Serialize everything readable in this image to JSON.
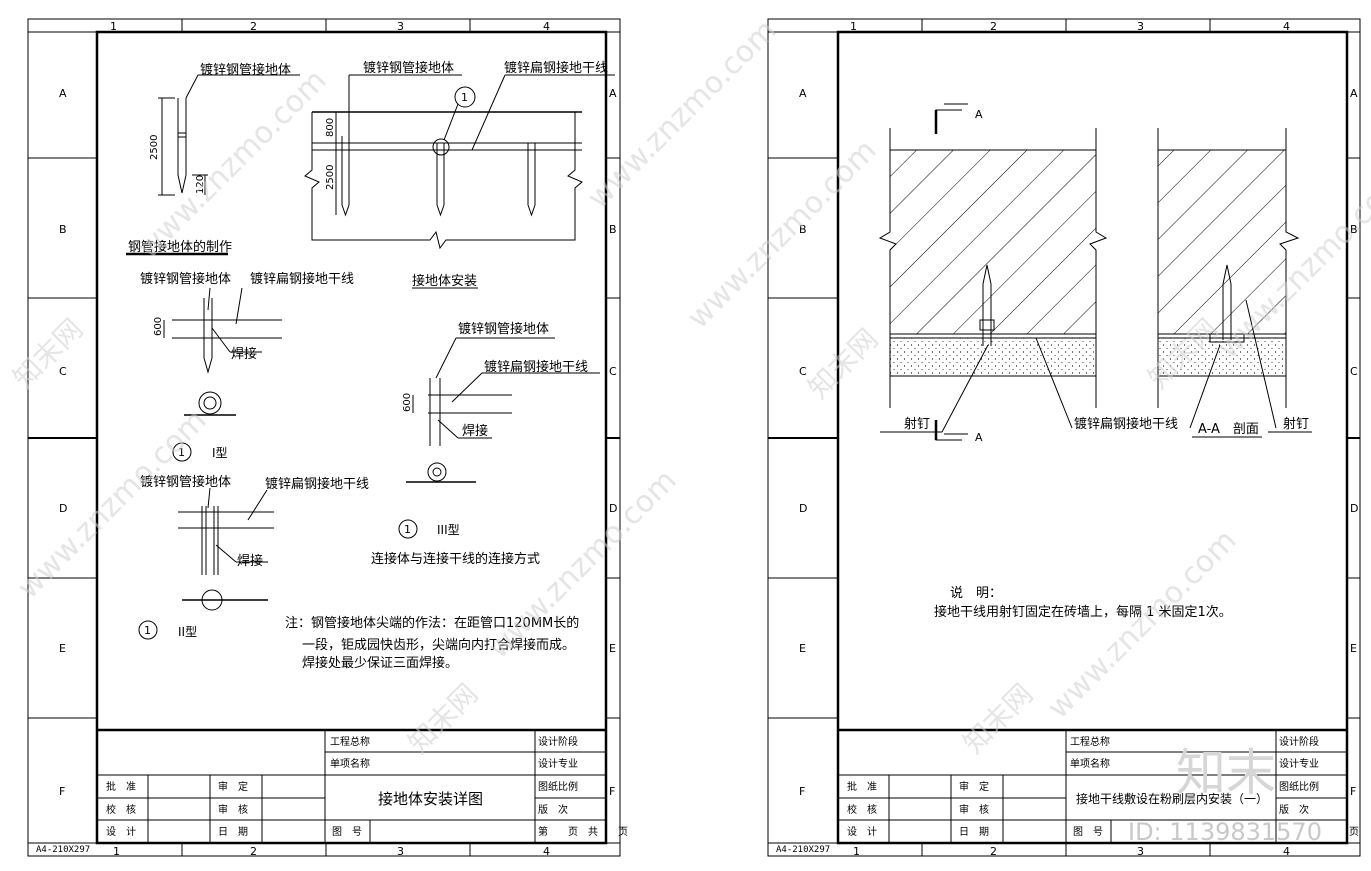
{
  "sheet1": {
    "col_labels": [
      "1",
      "2",
      "3",
      "4"
    ],
    "row_labels": [
      "A",
      "B",
      "C",
      "D",
      "E",
      "F"
    ],
    "size_label": "A4-210X297",
    "labels": {
      "pipe_body_1": "镀锌钢管接地体",
      "dim_2500_a": "2500",
      "dim_120": "120",
      "caption_make": "钢管接地体的制作",
      "pipe_body_2": "镀锌钢管接地体",
      "flat_trunk_1": "镀锌扁钢接地干线",
      "circle_1": "1",
      "dim_800": "800",
      "dim_2500_b": "2500",
      "caption_install": "接地体安装",
      "pipe_body_3": "镀锌钢管接地体",
      "flat_trunk_2": "镀锌扁钢接地干线",
      "dim_600_a": "600",
      "weld_1": "焊接",
      "circle_2": "1",
      "type_1": "I型",
      "pipe_body_4": "镀锌钢管接地体",
      "flat_trunk_3": "镀锌扁钢接地干线",
      "dim_600_b": "600",
      "weld_2": "焊接",
      "pipe_body_5": "镀锌钢管接地体",
      "flat_trunk_4": "镀锌扁钢接地干线",
      "weld_3": "焊接",
      "circle_3": "1",
      "type_3": "III型",
      "connection_caption": "连接体与连接干线的连接方式",
      "circle_4": "1",
      "type_2": "II型",
      "note_line1": "注：钢管接地体尖端的作法：在距管口120MM长的",
      "note_line2": "一段，钜成园快齿形，尖端向内打合焊接而成。",
      "note_line3": "焊接处最少保证三面焊接。"
    },
    "title_block": {
      "project_total": "工程总称",
      "item_name": "单项名称",
      "design_stage": "设计阶段",
      "design_major": "设计专业",
      "approve": "批　准",
      "review": "审　定",
      "check": "校　核",
      "audit": "审　核",
      "design": "设　计",
      "date": "日　期",
      "drawing_title": "接地体安装详图",
      "scale": "图纸比例",
      "version": "版　次",
      "drawing_no": "图　号",
      "page_text": "第　　页　共　　页"
    }
  },
  "sheet2": {
    "col_labels": [
      "1",
      "2",
      "3",
      "4"
    ],
    "row_labels": [
      "A",
      "B",
      "C",
      "D",
      "E",
      "F"
    ],
    "size_label": "A4-210X297",
    "labels": {
      "section_a_top": "A",
      "section_a_bottom": "A",
      "nail_1": "射钉",
      "flat_trunk": "镀锌扁钢接地干线",
      "section_caption": "A-A　剖面",
      "nail_2": "射钉",
      "note_title": "说　明：",
      "note_text": "接地干线用射钉固定在砖墙上，每隔 1 米固定1次。"
    },
    "title_block": {
      "project_total": "工程总称",
      "item_name": "单项名称",
      "design_stage": "设计阶段",
      "design_major": "设计专业",
      "approve": "批　准",
      "review": "审　定",
      "check": "校　核",
      "audit": "审　核",
      "design": "设　计",
      "date": "日　期",
      "drawing_title": "接地干线敷设在粉刷层内安装（一）",
      "scale": "图纸比例",
      "version": "版　次",
      "drawing_no": "图　号",
      "page_text": "页"
    }
  },
  "watermark": {
    "site": "www.znzmo.com",
    "brand": "知末网",
    "logo_text": "知末",
    "id_text": "ID: 1139831570"
  }
}
